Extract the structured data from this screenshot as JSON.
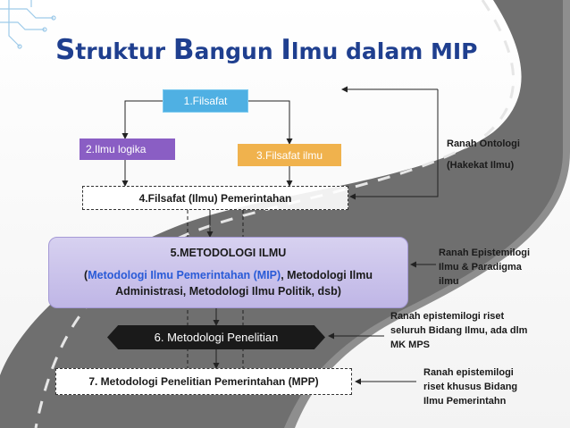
{
  "title": {
    "w1_initial": "S",
    "w1_rest": "truktur",
    "w2_initial": "B",
    "w2_rest": "angun",
    "w3_initial": "I",
    "w3_rest": "lmu dalam MIP"
  },
  "boxes": {
    "filsafat": "1.Filsafat",
    "ilmu_logika": "2.Ilmu logika",
    "filsafat_ilmu": "3.Filsafat ilmu",
    "filsafat_pemerintahan": "4.Filsafat (Ilmu) Pemerintahan",
    "metodologi_head": "5.METODOLOGI ILMU",
    "metodologi_open": "(",
    "metodologi_mip": "Metodologi Ilmu Pemerintahan (MIP)",
    "metodologi_rest1": ", Metodologi Ilmu",
    "metodologi_line2": "Administrasi, Metodologi Ilmu Politik, dsb)",
    "metodologi_penelitian": "6. Metodologi Penelitian",
    "mpp": "7. Metodologi Penelitian Pemerintahan (MPP)"
  },
  "notes": {
    "ontologi_1": "Ranah Ontologi",
    "ontologi_2": "(Hakekat Ilmu)",
    "epistemologi_1": "Ranah Epistemilogi",
    "epistemologi_2": "Ilmu & Paradigma",
    "epistemologi_3": "ilmu",
    "riset_1": "Ranah epistemilogi riset",
    "riset_2": "seluruh Bidang Ilmu, ada dlm",
    "riset_3": "MK MPS",
    "khusus_1": "Ranah epistemilogi",
    "khusus_2": "riset khusus Bidang",
    "khusus_3": "Ilmu Pemerintahn"
  },
  "colors": {
    "title": "#1f3f8f",
    "filsafat": "#4fb0e3",
    "ilmu_logika": "#8a5ec4",
    "filsafat_ilmu": "#f0b24d",
    "metodologi": "#c9c1ea",
    "mip_text": "#2a5bd7"
  }
}
